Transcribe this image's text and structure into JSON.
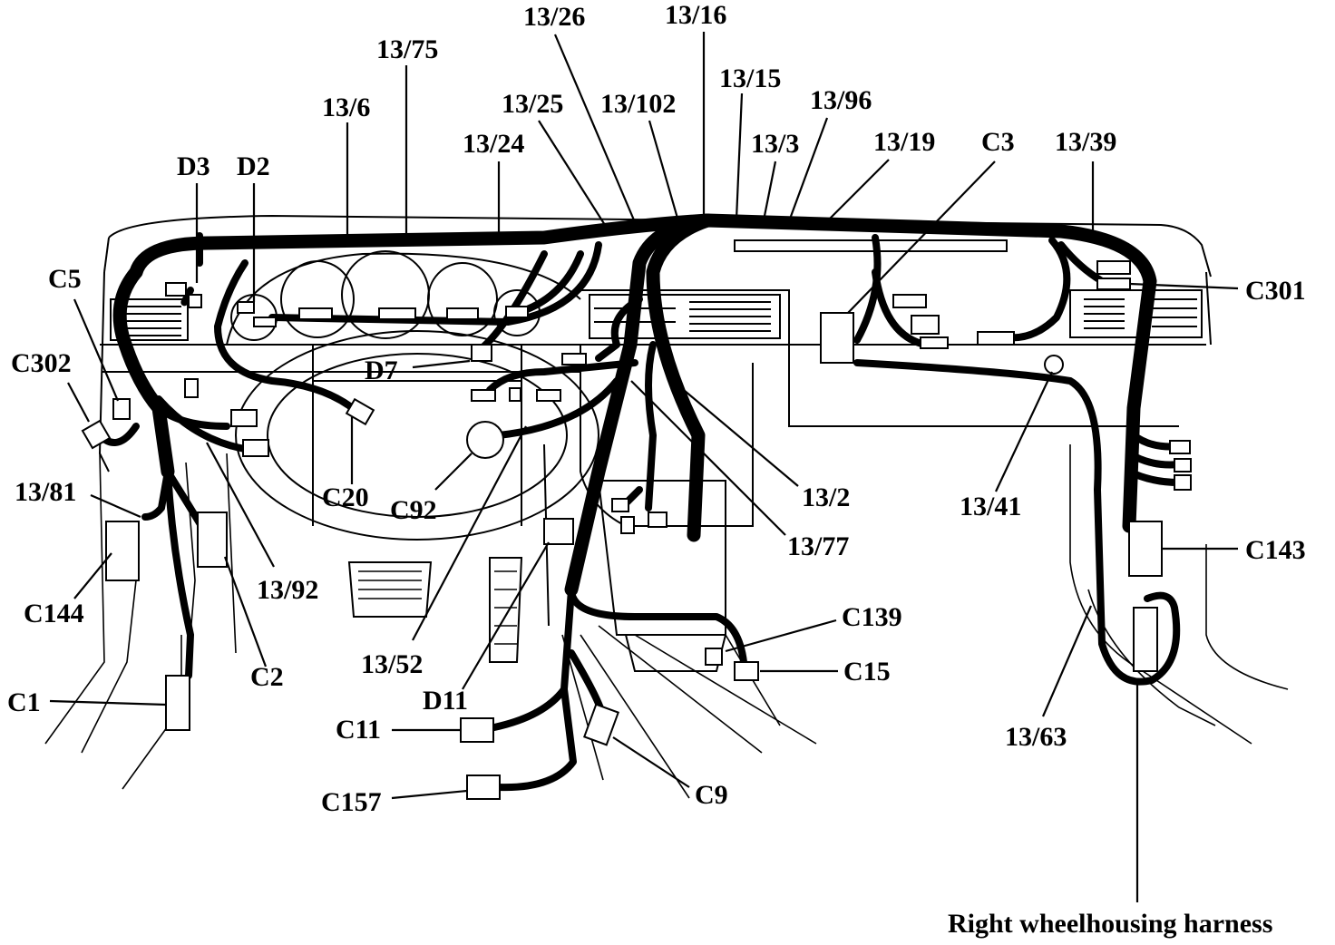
{
  "labels": {
    "l_13_26": "13/26",
    "l_13_16": "13/16",
    "l_13_75": "13/75",
    "l_13_15": "13/15",
    "l_13_6": "13/6",
    "l_13_25": "13/25",
    "l_13_102": "13/102",
    "l_13_96": "13/96",
    "l_13_24": "13/24",
    "l_13_3": "13/3",
    "l_13_19": "13/19",
    "l_c3": "C3",
    "l_13_39": "13/39",
    "l_d3": "D3",
    "l_d2": "D2",
    "l_c5": "C5",
    "l_c301": "C301",
    "l_c302": "C302",
    "l_d7": "D7",
    "l_13_81": "13/81",
    "l_c20": "C20",
    "l_c92": "C92",
    "l_13_2": "13/2",
    "l_13_41": "13/41",
    "l_13_77": "13/77",
    "l_c143": "C143",
    "l_c144": "C144",
    "l_13_92": "13/92",
    "l_c139": "C139",
    "l_c2": "C2",
    "l_13_52": "13/52",
    "l_c15": "C15",
    "l_d11": "D11",
    "l_c1": "C1",
    "l_13_63": "13/63",
    "l_c11": "C11",
    "l_c9": "C9",
    "l_c157": "C157",
    "l_right_wheelhousing": "Right wheelhousing harness"
  }
}
